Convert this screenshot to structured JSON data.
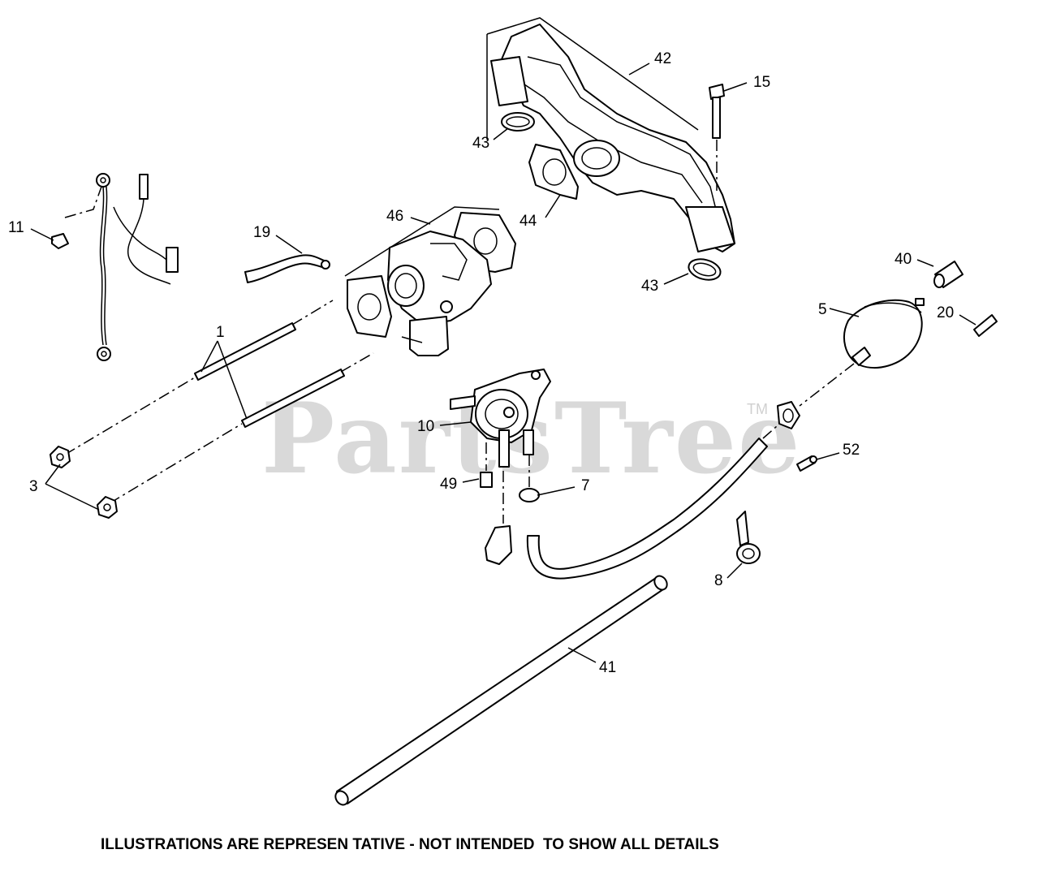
{
  "watermark": {
    "text": "PartsTree",
    "trademark": "TM"
  },
  "caption": "ILLUSTRATIONS ARE REPRESEN TATIVE - NOT INTENDED  TO SHOW ALL DETAILS",
  "callouts": {
    "c42": "42",
    "c15": "15",
    "c43a": "43",
    "c43b": "43",
    "c44": "44",
    "c46": "46",
    "c19": "19",
    "c11": "11",
    "c1": "1",
    "c3": "3",
    "c40": "40",
    "c5": "5",
    "c20": "20",
    "c10": "10",
    "c49": "49",
    "c7": "7",
    "c52": "52",
    "c8": "8",
    "c41": "41"
  }
}
